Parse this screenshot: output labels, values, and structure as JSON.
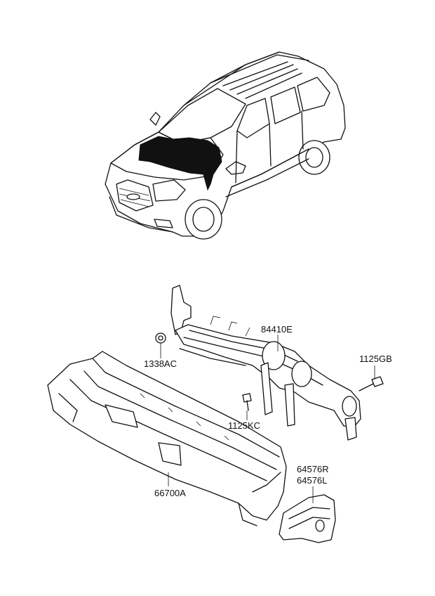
{
  "parts": {
    "p84410E": "84410E",
    "p1125GB": "1125GB",
    "p1338AC": "1338AC",
    "p1125KC": "1125KC",
    "p64576R": "64576R",
    "p64576L": "64576L",
    "p66700A": "66700A"
  },
  "colors": {
    "line": "#111111",
    "background": "#ffffff"
  }
}
